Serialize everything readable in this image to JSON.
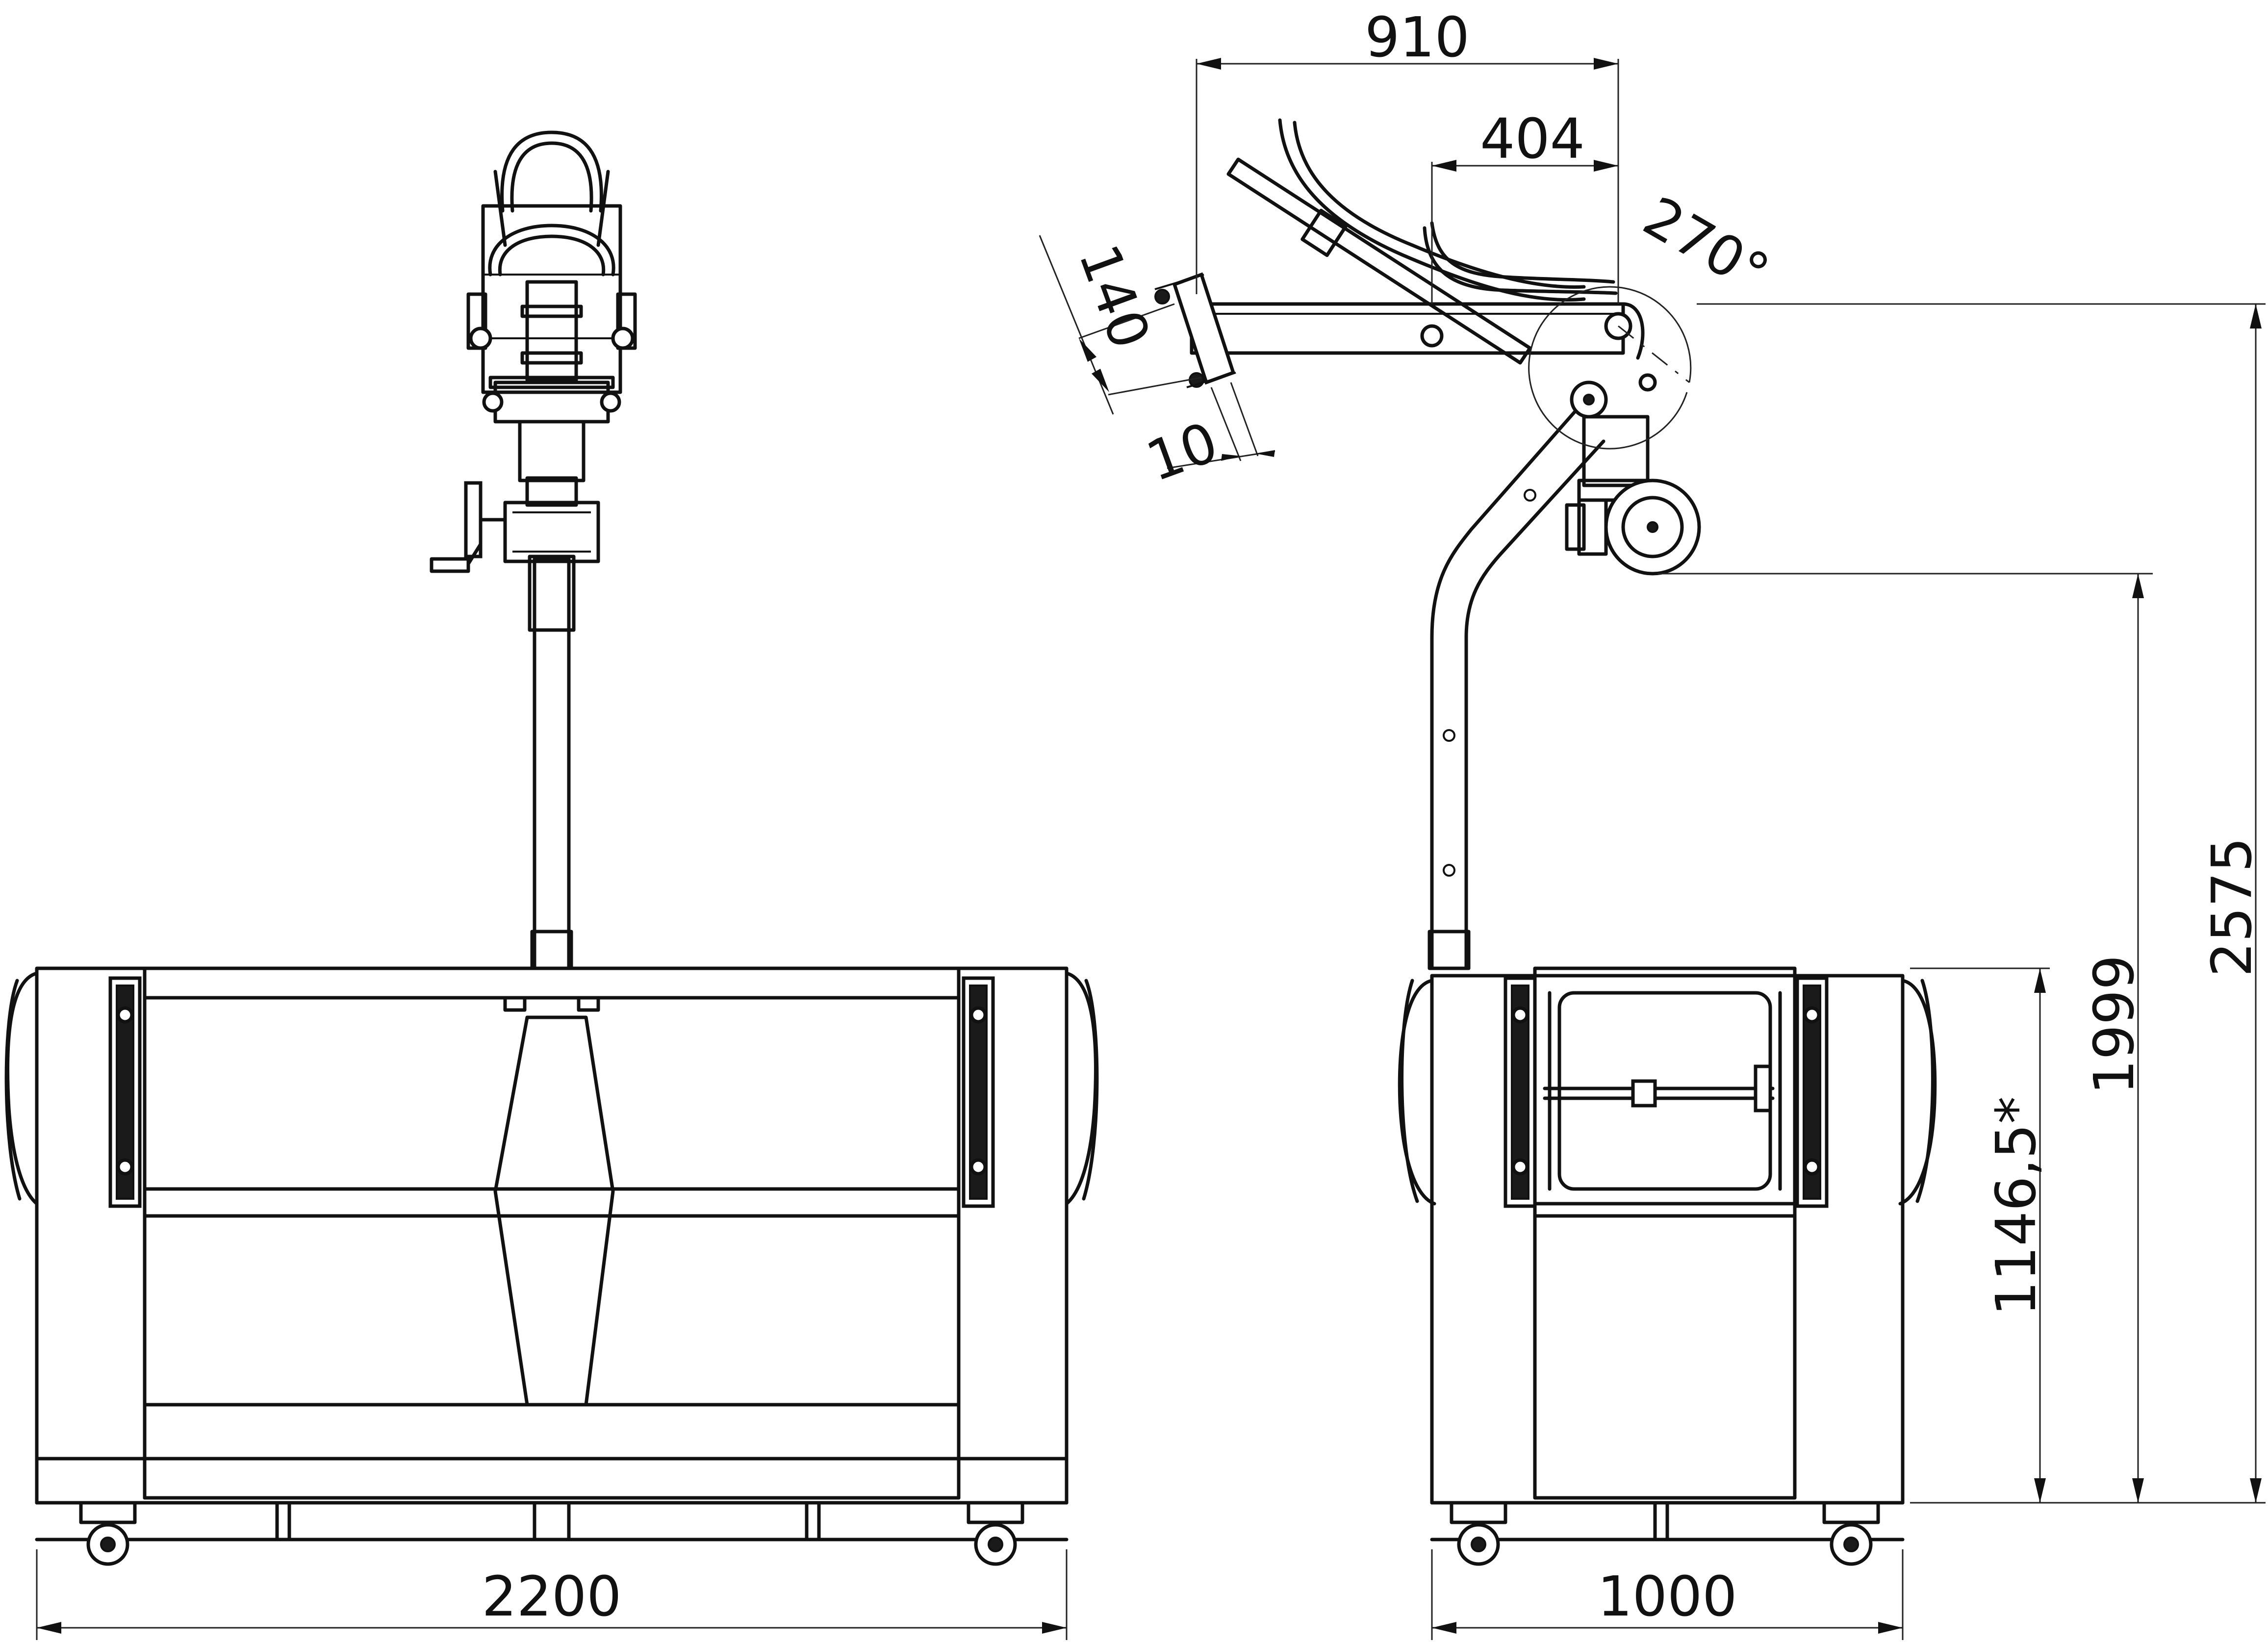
{
  "dimensions": {
    "overall_width_front": "2200",
    "overall_width_side": "1000",
    "boom_reach": "910",
    "head_offset": "404",
    "rotation": "270°",
    "flange_size": "140",
    "flange_gap": "10",
    "overall_height": "2575",
    "rail_height": "1999",
    "tank_height": "1146,5*"
  },
  "colors": {
    "line": "#111111",
    "background": "#ffffff"
  }
}
